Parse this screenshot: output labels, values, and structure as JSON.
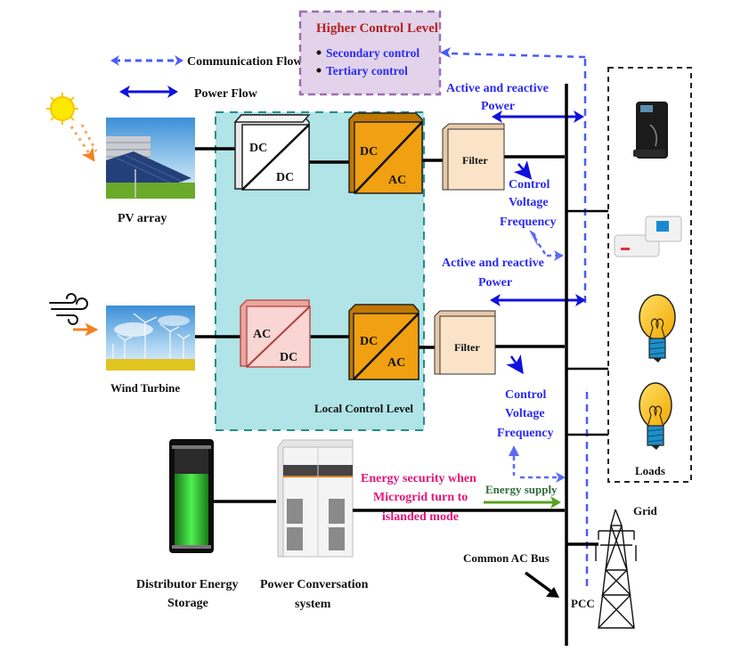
{
  "legend": {
    "communication_flow": "Communication Flow",
    "power_flow": "Power Flow"
  },
  "higher_control": {
    "title": "Higher Control Level",
    "items": [
      "Secondary control",
      "Tertiary control"
    ]
  },
  "sources": {
    "pv": "PV array",
    "wind": "Wind Turbine"
  },
  "converters": {
    "pv_dcdc": {
      "top": "DC",
      "bottom": "DC"
    },
    "pv_dcac": {
      "top": "DC",
      "bottom": "AC"
    },
    "wind_acdc": {
      "top": "AC",
      "bottom": "DC"
    },
    "wind_dcac": {
      "top": "DC",
      "bottom": "AC"
    }
  },
  "filters": {
    "pv": "Filter",
    "wind": "Filter"
  },
  "local_control": "Local Control Level",
  "power_labels": {
    "pv": [
      "Active and reactive",
      "Power"
    ],
    "wind": [
      "Active and reactive",
      "Power"
    ]
  },
  "control_labels": {
    "pv": [
      "Control",
      "Voltage",
      "Frequency"
    ],
    "wind": [
      "Control",
      "Voltage",
      "Frequency"
    ]
  },
  "storage": {
    "battery": [
      "Distributor Energy",
      "Storage"
    ],
    "pcs": [
      "Power Conversation",
      "system"
    ],
    "energy_security": [
      "Energy  security when",
      "Microgrid turn to",
      "islanded mode"
    ],
    "energy_supply": "Energy supply"
  },
  "bus": {
    "common_ac_bus": "Common AC Bus",
    "pcc": "PCC",
    "grid": "Grid"
  },
  "loads": {
    "label": "Loads",
    "items": [
      "coffee-machine",
      "sewing-machine",
      "light-bulb",
      "light-bulb"
    ]
  },
  "colors": {
    "flow_blue": "#1010e0",
    "comm_blue": "#3a5cf5",
    "local_control_bg": "#b0e4e6",
    "local_control_border": "#2a8a8a",
    "higher_control_bg": "#e2d3ea",
    "higher_control_border": "#9a70b0",
    "converter_orange": "#f0a010",
    "converter_pink": "#f9d6d3",
    "filter_peach": "#fbe3c8",
    "energy_supply_green": "#5aa020",
    "energy_security_magenta": "#e0157a"
  }
}
